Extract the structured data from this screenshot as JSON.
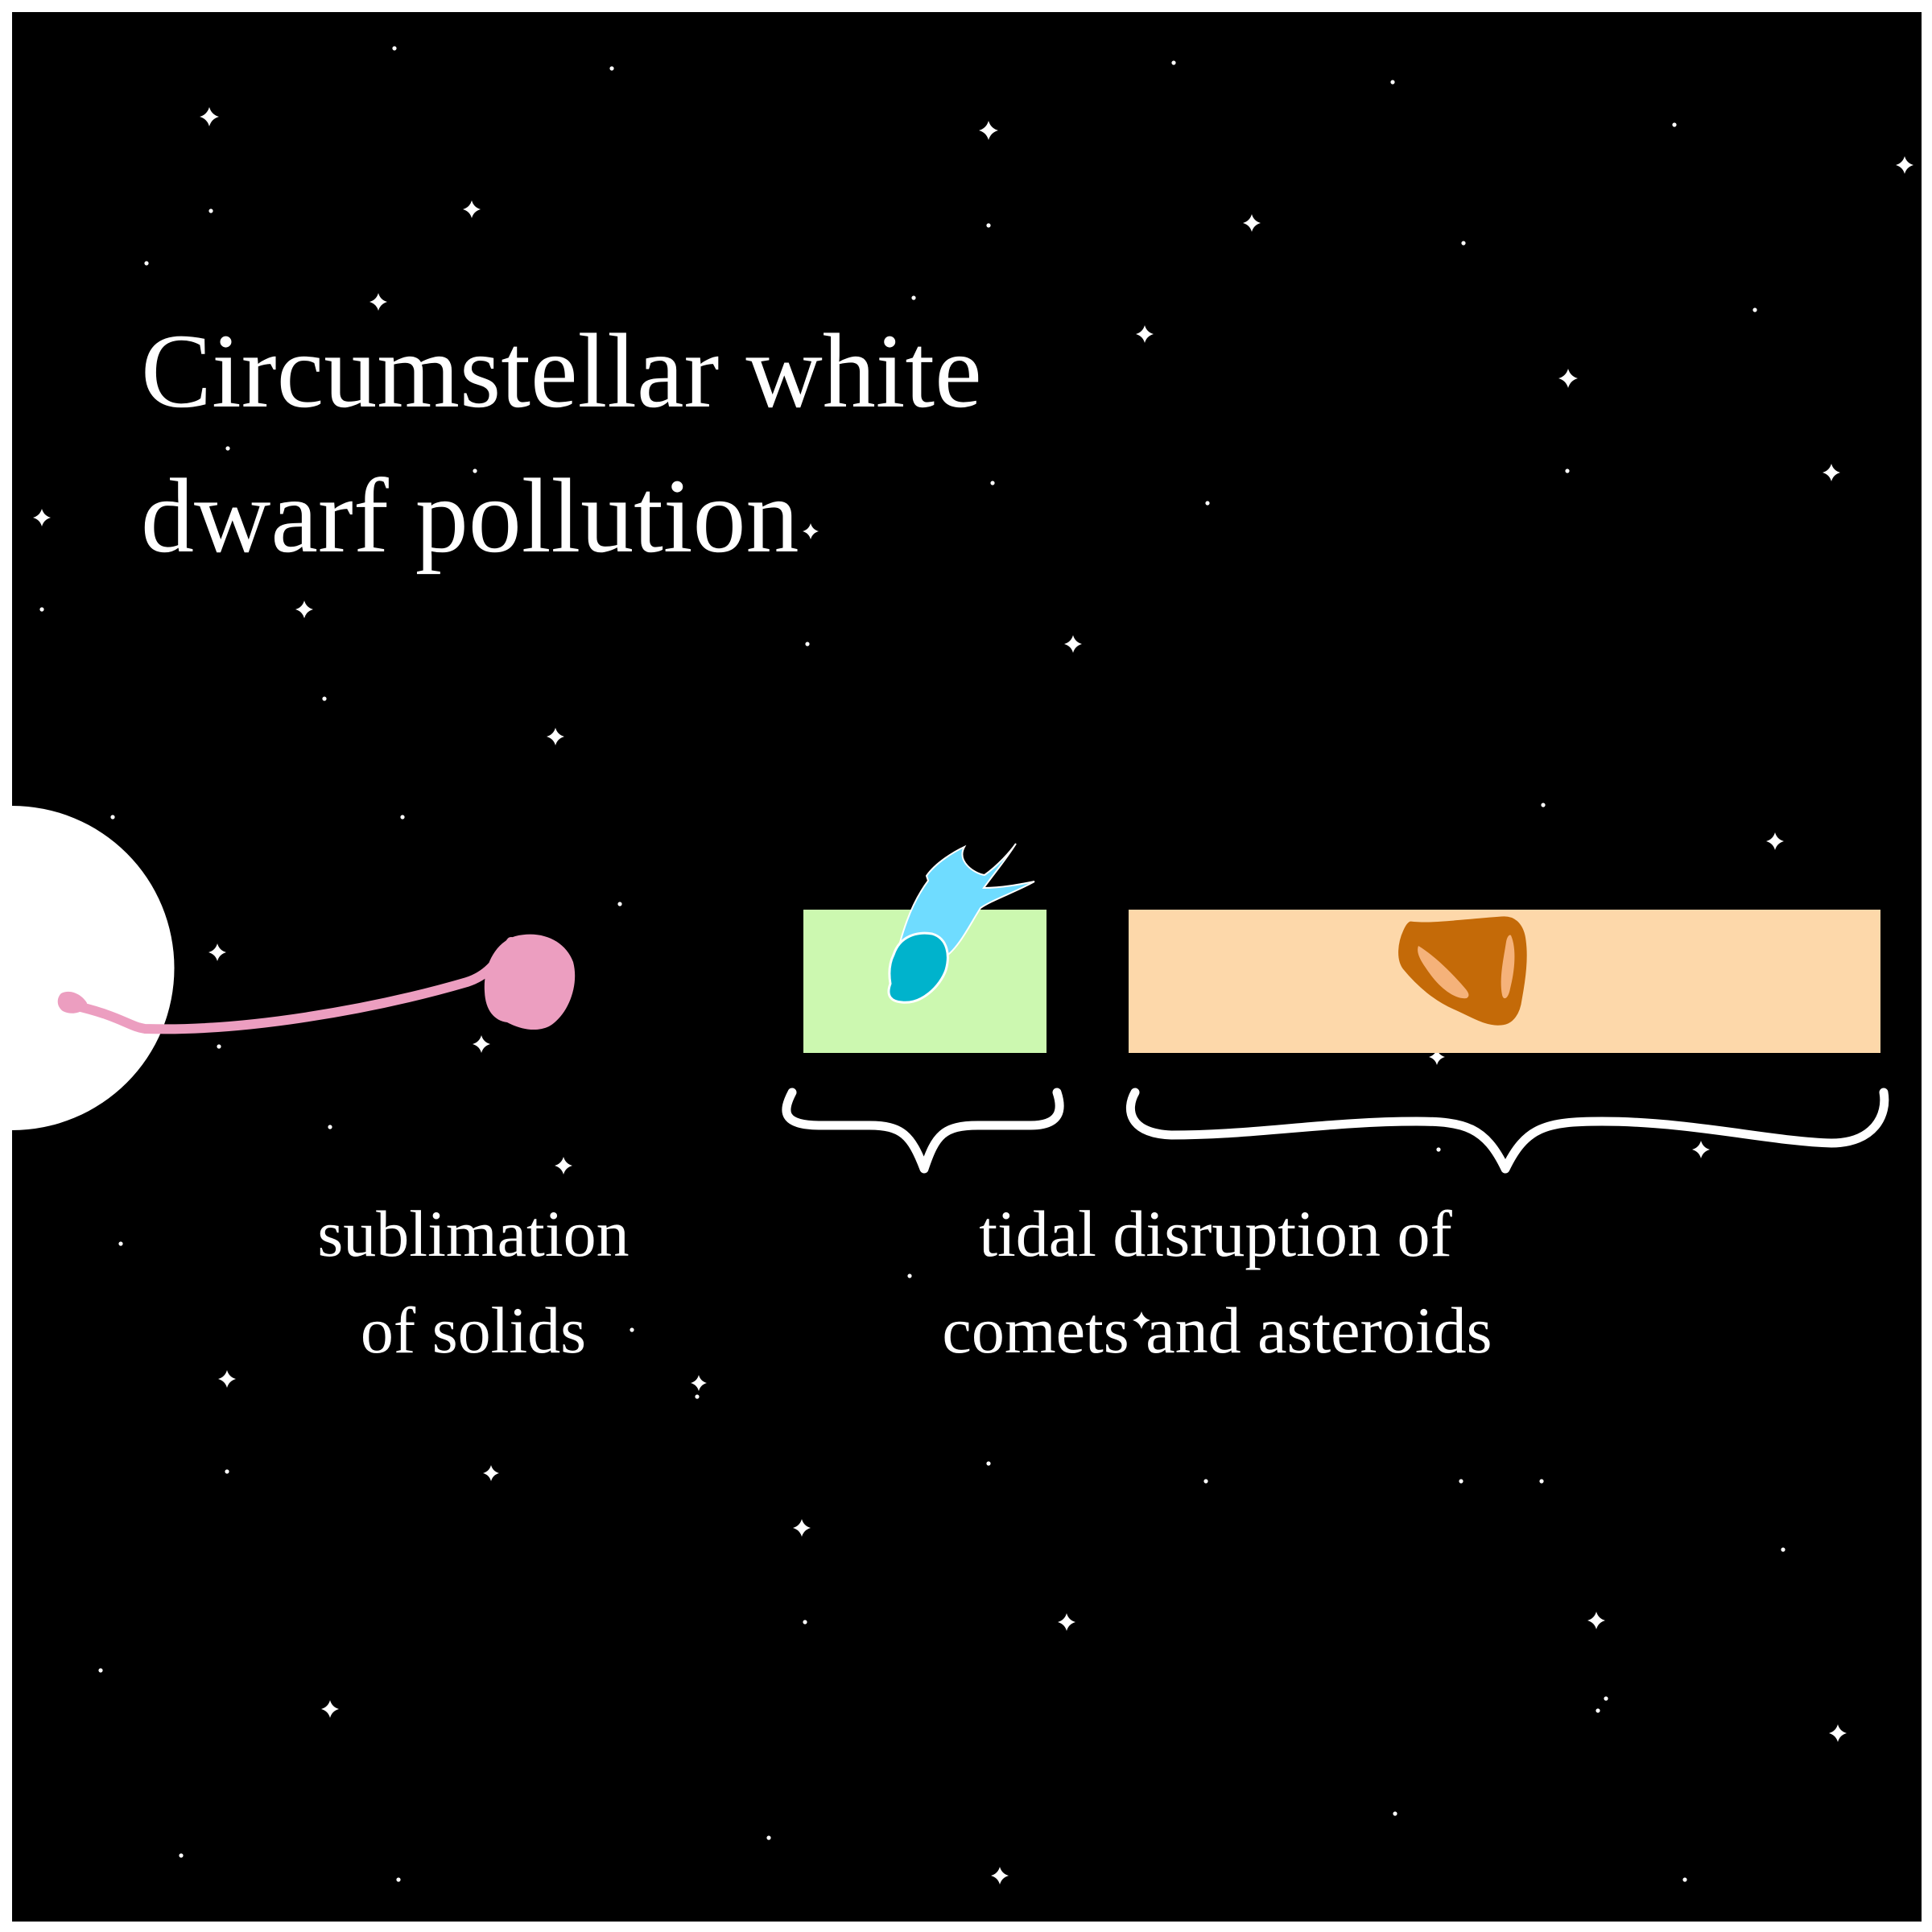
{
  "title": {
    "line1": "Circumstellar white",
    "line2": "dwarf pollution"
  },
  "labels": {
    "sublimation_line1": "sublimation",
    "sublimation_line2": "of solids",
    "tidal_line1": "tidal disruption of",
    "tidal_line2": "comets and asteroids"
  },
  "colors": {
    "background": "#000000",
    "border": "#ffffff",
    "white_dwarf": "#ffffff",
    "stars": "#ffffff",
    "planet_and_tail": "#ec9ec0",
    "comet_zone": "#ccf8b0",
    "comet_tail": "#6fdcff",
    "comet_nucleus": "#00b3cc",
    "asteroid_zone": "#fdd8aa",
    "asteroid_body": "#c46a08",
    "asteroid_highlight": "#f5b27a"
  },
  "icons": [
    "white-dwarf-icon",
    "sublimating-body-icon",
    "comet-icon",
    "asteroid-icon",
    "star-sparkle-icon"
  ]
}
